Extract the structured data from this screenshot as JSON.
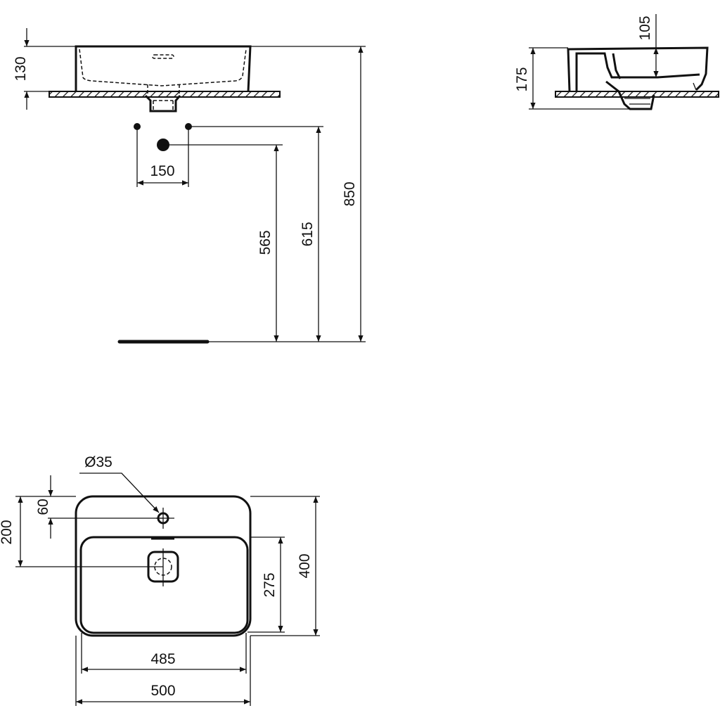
{
  "front_view": {
    "height_label": "130",
    "tap_spacing_label": "150",
    "waste_height_label": "565",
    "supply_height_label": "615",
    "rim_height_label": "850"
  },
  "side_view": {
    "height_label": "175",
    "bowl_depth_label": "105"
  },
  "plan_view": {
    "tap_hole_label": "Ø35",
    "tap_hole_offset_label": "60",
    "waste_offset_label": "200",
    "bowl_depth_label": "275",
    "depth_label": "400",
    "bowl_width_label": "485",
    "width_label": "500"
  }
}
